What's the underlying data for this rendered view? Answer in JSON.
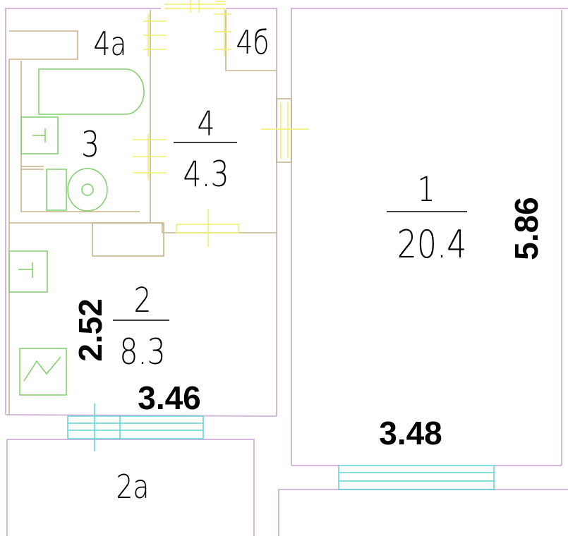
{
  "plan": {
    "rooms": [
      {
        "id": "1",
        "number": "1",
        "area": "20.4"
      },
      {
        "id": "2",
        "number": "2",
        "area": "8.3"
      },
      {
        "id": "3",
        "number": "3"
      },
      {
        "id": "4",
        "number": "4",
        "area": "4.3"
      },
      {
        "id": "4a",
        "number": "4a"
      },
      {
        "id": "4b",
        "number": "4б"
      },
      {
        "id": "2a",
        "number": "2a"
      }
    ],
    "dimensions": {
      "room1_width": "3.48",
      "room1_length": "5.86",
      "room2_width": "3.46",
      "room2_length": "2.52"
    },
    "colors": {
      "wall": "#d6b8dc",
      "interior_wall": "#c9b48a",
      "door_marker": "#f2ee6a",
      "window": "#5fd3d6",
      "fixture": "#7fce6a"
    }
  }
}
